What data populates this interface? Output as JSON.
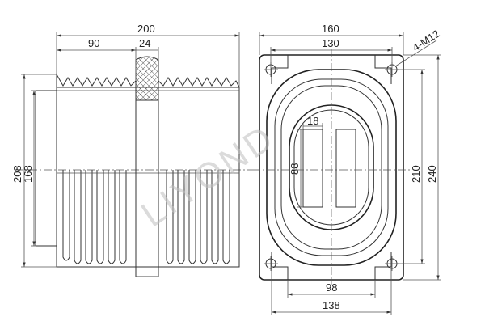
{
  "side_view": {
    "dimensions": {
      "overall_width": "200",
      "half_width": "90",
      "rib_width": "24",
      "overall_height": "208",
      "body_height": "168"
    }
  },
  "front_view": {
    "dimensions": {
      "flange_width": "160",
      "hole_spacing_horizontal": "130",
      "bolt_holes": "4-M12",
      "slot_width": "18",
      "slot_height": "88",
      "hole_spacing_vertical": "210",
      "flange_height": "240",
      "inner_width": "98",
      "outer_width": "138"
    }
  },
  "watermark": "LIYOND"
}
